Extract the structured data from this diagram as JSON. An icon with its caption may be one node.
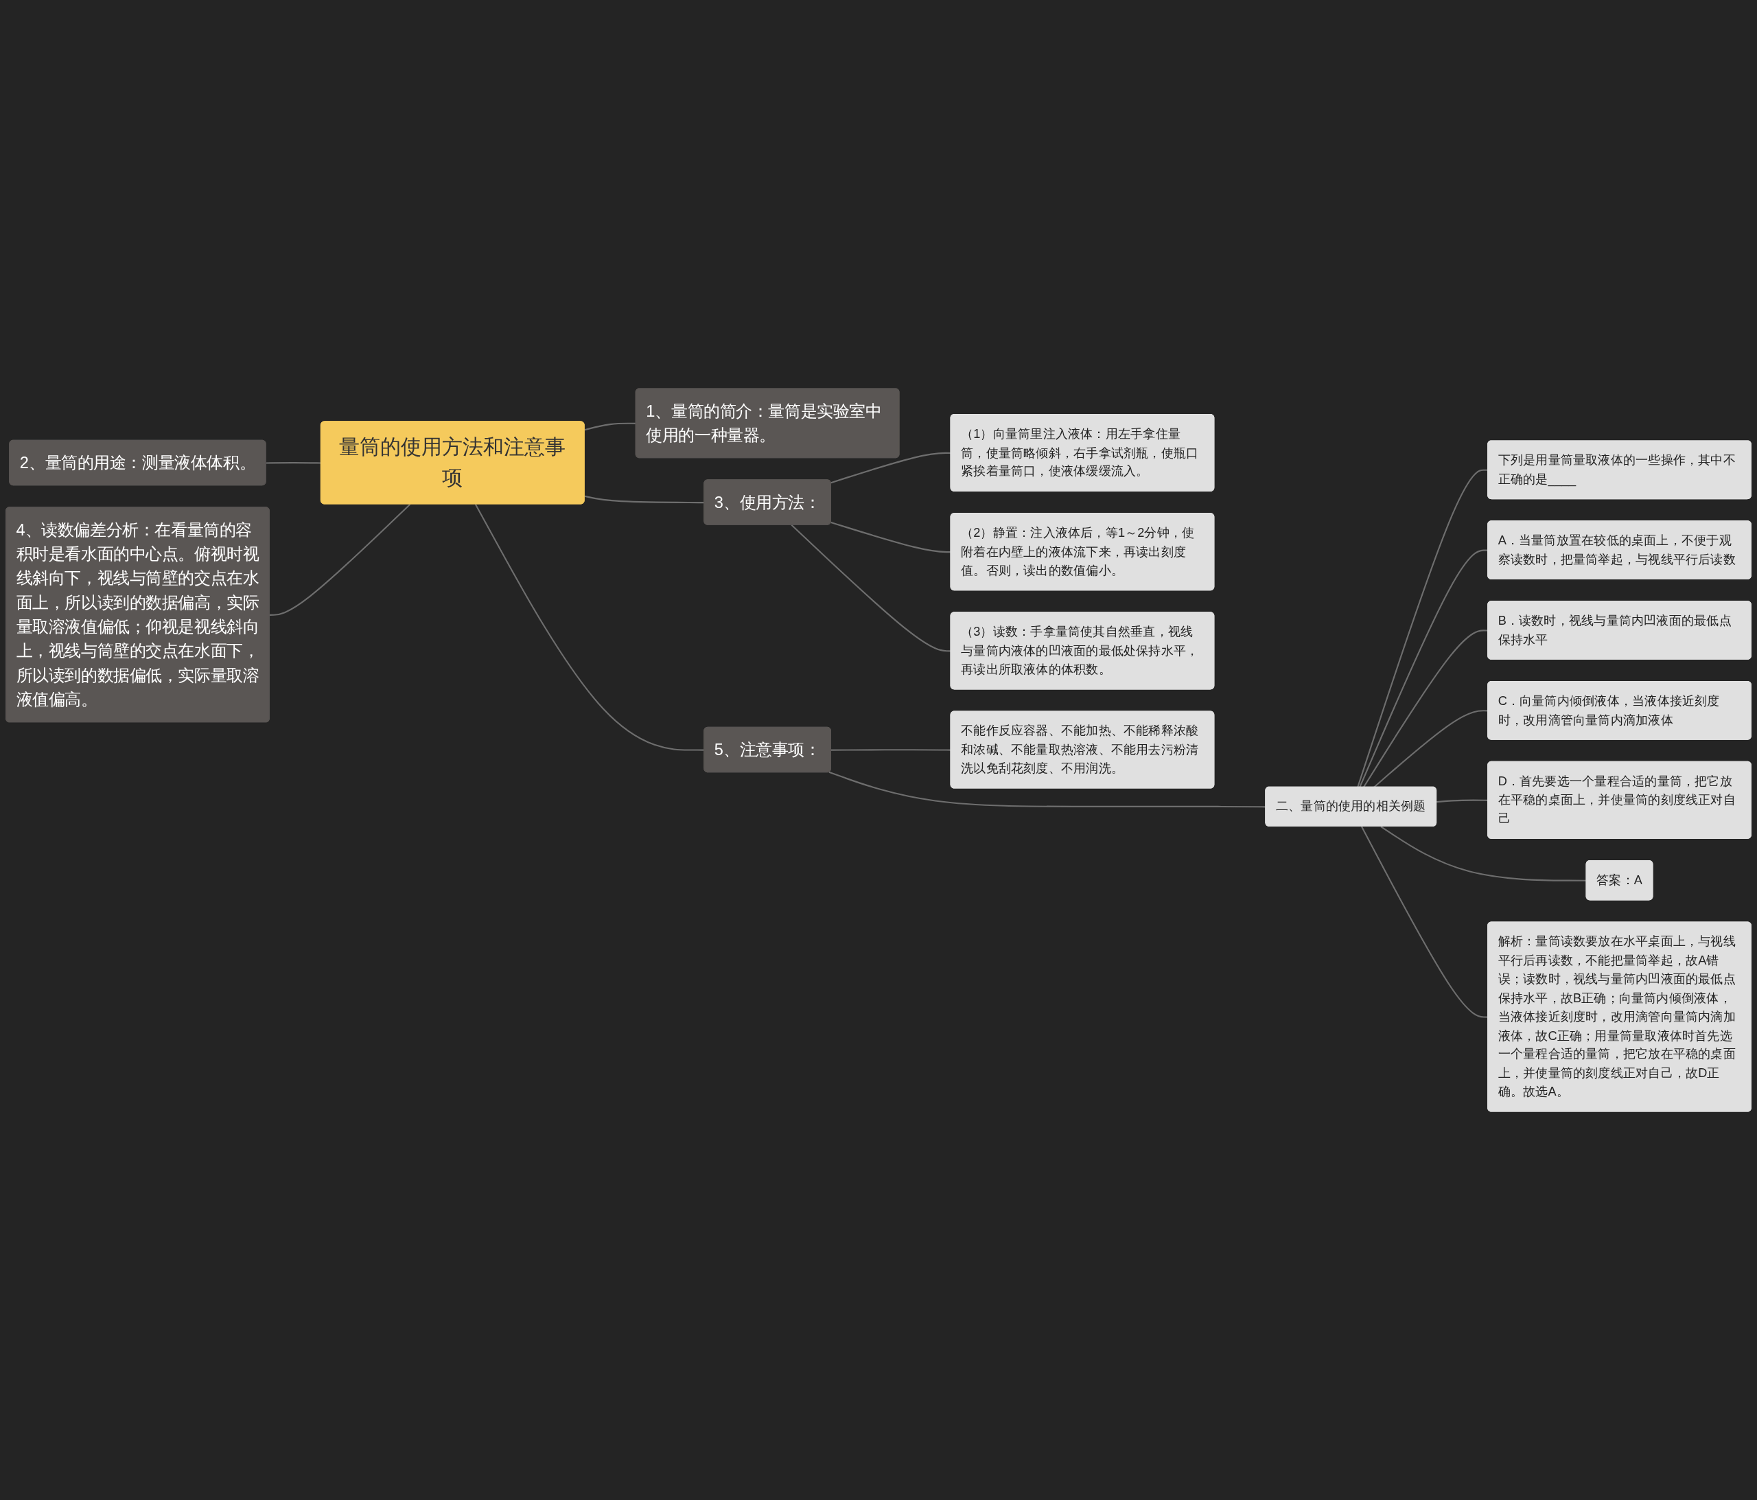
{
  "diagram": {
    "nodes": [
      {
        "text": [
          "量筒的使用方法和注意事项"
        ]
      },
      {
        "text": [
          "1、量筒的简介：量筒是实验室中使用的一种量器。"
        ]
      },
      {
        "text": [
          "2、量筒的用途：测量液体体积。"
        ]
      },
      {
        "text": [
          "3、使用方法："
        ]
      },
      {
        "text": [
          "（1）向量筒里注入液体：用左手拿住量筒，使量筒略倾斜，右手拿试剂瓶，使瓶口紧挨着量筒口，使液体缓缓流入。"
        ]
      },
      {
        "text": [
          "（2）静置：注入液体后，等1～2分钟，使附着在内壁上的液体流下来，再读出刻度值。否则，读出的数值偏小。"
        ]
      },
      {
        "text": [
          "（3）读数：手拿量筒使其自然垂直，视线与量筒内液体的凹液面的最低处保持水平，再读出所取液体的体积数。"
        ]
      },
      {
        "text": [
          "4、读数偏差分析：在看量筒的容积时是看水面的中心点。俯视时视线斜向下，视线与筒壁的交点在水面上，所以读到的数据偏高，实际量取溶液值偏低；仰视是视线斜向上，视线与筒壁的交点在水面下，所以读到的数据偏低，实际量取溶液值偏高。"
        ]
      },
      {
        "text": [
          "5、注意事项："
        ]
      },
      {
        "text": [
          "不能作反应容器、不能加热、不能稀释浓酸和浓碱、不能量取热溶液、不能用去污粉清洗以免刮花刻度、不用润洗。"
        ]
      },
      {
        "text": [
          "二、量筒的使用的相关例题"
        ]
      },
      {
        "text": [
          "下列是用量筒量取液体的一些操作，其中不正确的是____"
        ]
      },
      {
        "text": [
          "A．当量筒放置在较低的桌面上，不便于观察读数时，把量筒举起，与视线平行后读数"
        ]
      },
      {
        "text": [
          "B．读数时，视线与量筒内凹液面的最低点保持水平"
        ]
      },
      {
        "text": [
          "C．向量筒内倾倒液体，当液体接近刻度时，改用滴管向量筒内滴加液体"
        ]
      },
      {
        "text": [
          "D．首先要选一个量程合适的量筒，把它放在平稳的桌面上，并使量筒的刻度线正对自己"
        ]
      },
      {
        "text": [
          "答案：A"
        ]
      },
      {
        "text": [
          "解析：量筒读数要放在水平桌面上，与视线平行后再读数，不能把量筒举起，故A错误；读数时，视线与量筒内凹液面的最低点保持水平，故B正确；向量筒内倾倒液体，当液体接近刻度时，改用滴管向量筒内滴加液体，故C正确；用量筒量取液体时首先选一个量程合适的量筒，把它放在平稳的桌面上，并使量筒的刻度线正对自己，故D正确。故选A。"
        ]
      }
    ],
    "edges": [
      {
        "from": 0,
        "to": 1,
        "arrow": "none"
      },
      {
        "from": 2,
        "to": 0,
        "arrow": "none"
      },
      {
        "from": 0,
        "to": 3,
        "arrow": "none"
      },
      {
        "from": 3,
        "to": 4,
        "arrow": "none"
      },
      {
        "from": 3,
        "to": 5,
        "arrow": "none"
      },
      {
        "from": 3,
        "to": 6,
        "arrow": "none"
      },
      {
        "from": 7,
        "to": 0,
        "arrow": "none"
      },
      {
        "from": 0,
        "to": 8,
        "arrow": "none"
      },
      {
        "from": 8,
        "to": 9,
        "arrow": "none"
      },
      {
        "from": 8,
        "to": 10,
        "arrow": "none"
      },
      {
        "from": 10,
        "to": 11,
        "arrow": "none"
      },
      {
        "from": 10,
        "to": 12,
        "arrow": "none"
      },
      {
        "from": 10,
        "to": 13,
        "arrow": "none"
      },
      {
        "from": 10,
        "to": 14,
        "arrow": "none"
      },
      {
        "from": 10,
        "to": 15,
        "arrow": "none"
      },
      {
        "from": 10,
        "to": 16,
        "arrow": "none"
      },
      {
        "from": 10,
        "to": 17,
        "arrow": "none"
      }
    ]
  }
}
